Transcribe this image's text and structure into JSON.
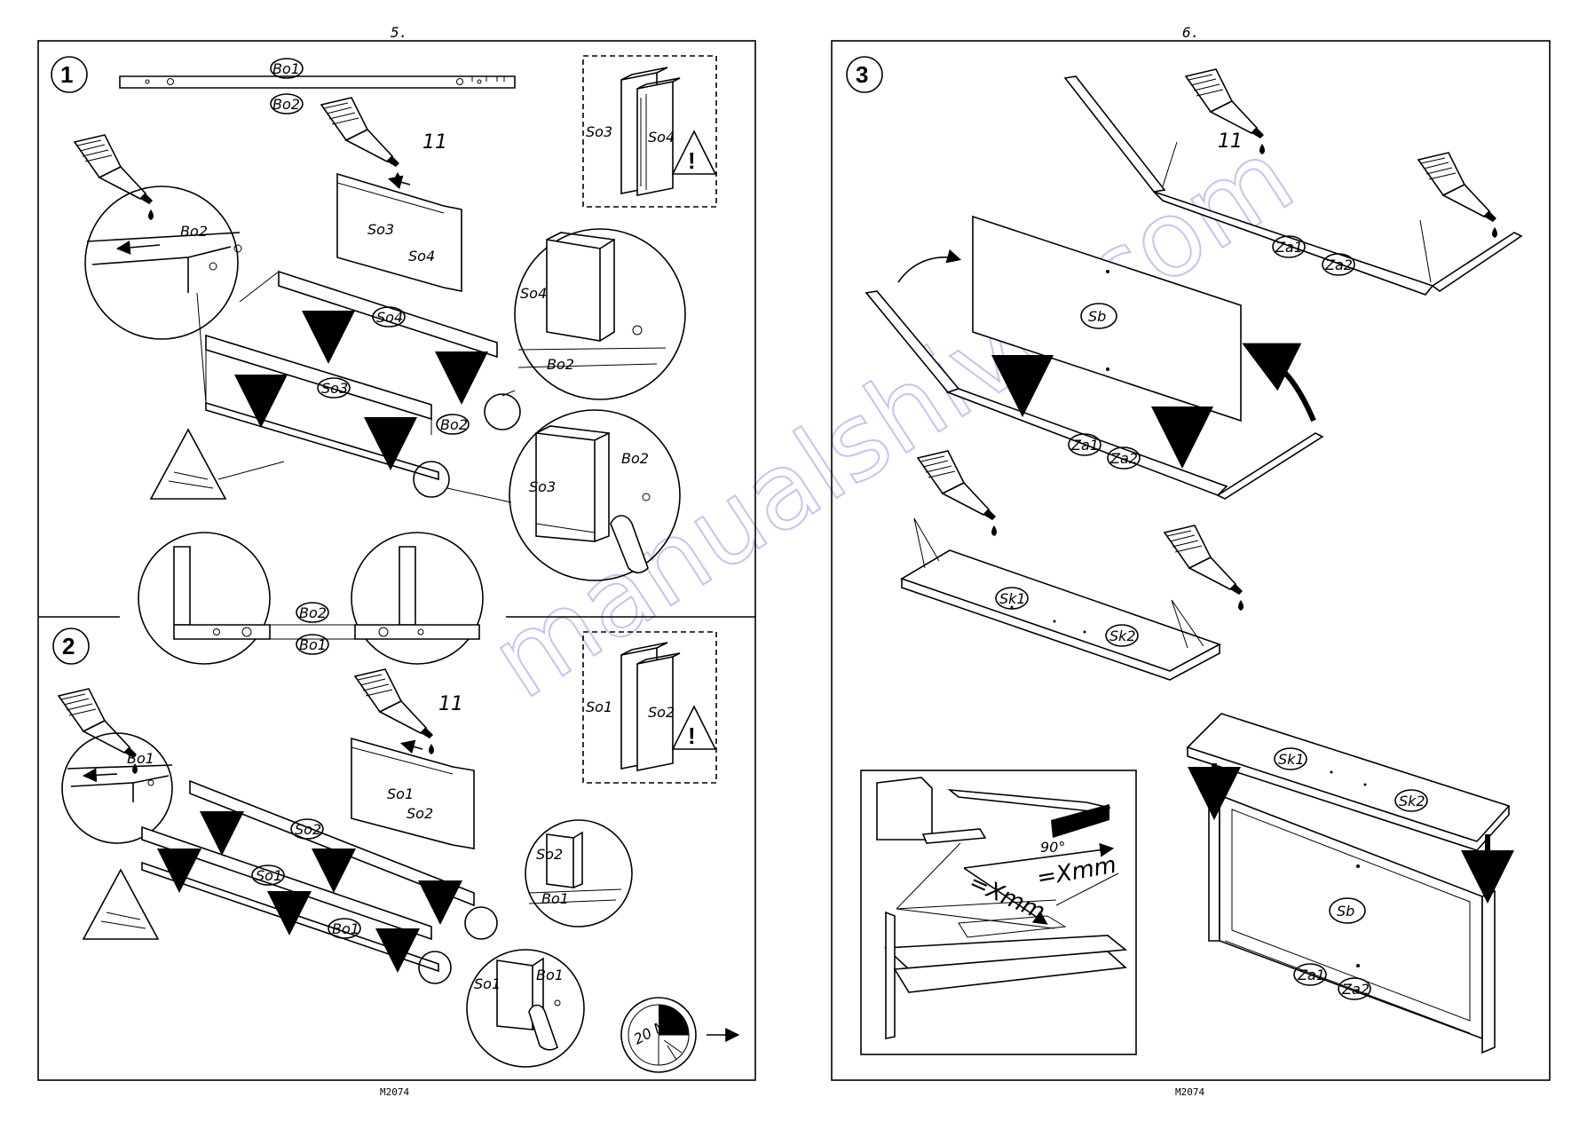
{
  "pages": [
    {
      "page_number": "5.",
      "footer_code": "M2074"
    },
    {
      "page_number": "6.",
      "footer_code": "M2074"
    }
  ],
  "steps": [
    {
      "number": "1"
    },
    {
      "number": "2"
    },
    {
      "number": "3"
    }
  ],
  "step1": {
    "part_top_a": "Bo1",
    "part_top_b": "Bo2",
    "glue_count": "11",
    "inset_so3": "So3",
    "inset_so4": "So4",
    "callout_bo2": "Bo2",
    "stack_so3": "So3",
    "stack_so4": "So4",
    "rail_so4": "So4",
    "rail_so3": "So3",
    "rail_bo2": "Bo2",
    "zoom1_so4": "So4",
    "zoom1_bo2": "Bo2",
    "zoom2_bo2": "Bo2",
    "zoom2_so3": "So3"
  },
  "between": {
    "label_bo2": "Bo2",
    "label_bo1": "Bo1"
  },
  "step2": {
    "glue_count": "11",
    "inset_so1": "So1",
    "inset_so2": "So2",
    "callout_bo1": "Bo1",
    "stack_so1": "So1",
    "stack_so2": "So2",
    "rail_so2": "So2",
    "rail_so1": "So1",
    "rail_bo1": "Bo1",
    "zoom1_so2": "So2",
    "zoom1_bo1": "Bo1",
    "zoom2_so1": "So1",
    "zoom2_bo1": "Bo1",
    "timer": "20 Min"
  },
  "step3": {
    "glue_count": "11",
    "frame_top_za1": "Za1",
    "frame_top_za2": "Za2",
    "panel_sb": "Sb",
    "frame_mid_za1": "Za1",
    "frame_mid_za2": "Za2",
    "board_sk1": "Sk1",
    "board_sk2": "Sk2",
    "final_sk1": "Sk1",
    "final_sk2": "Sk2",
    "final_sb": "Sb",
    "final_za1": "Za1",
    "final_za2": "Za2",
    "angle": "90°",
    "measure_a": "=Xmm",
    "measure_b": "=Xmm"
  },
  "watermark": "manualshive.com",
  "colors": {
    "ink": "#000000",
    "paper": "#ffffff",
    "watermark": "#8f95e6"
  }
}
